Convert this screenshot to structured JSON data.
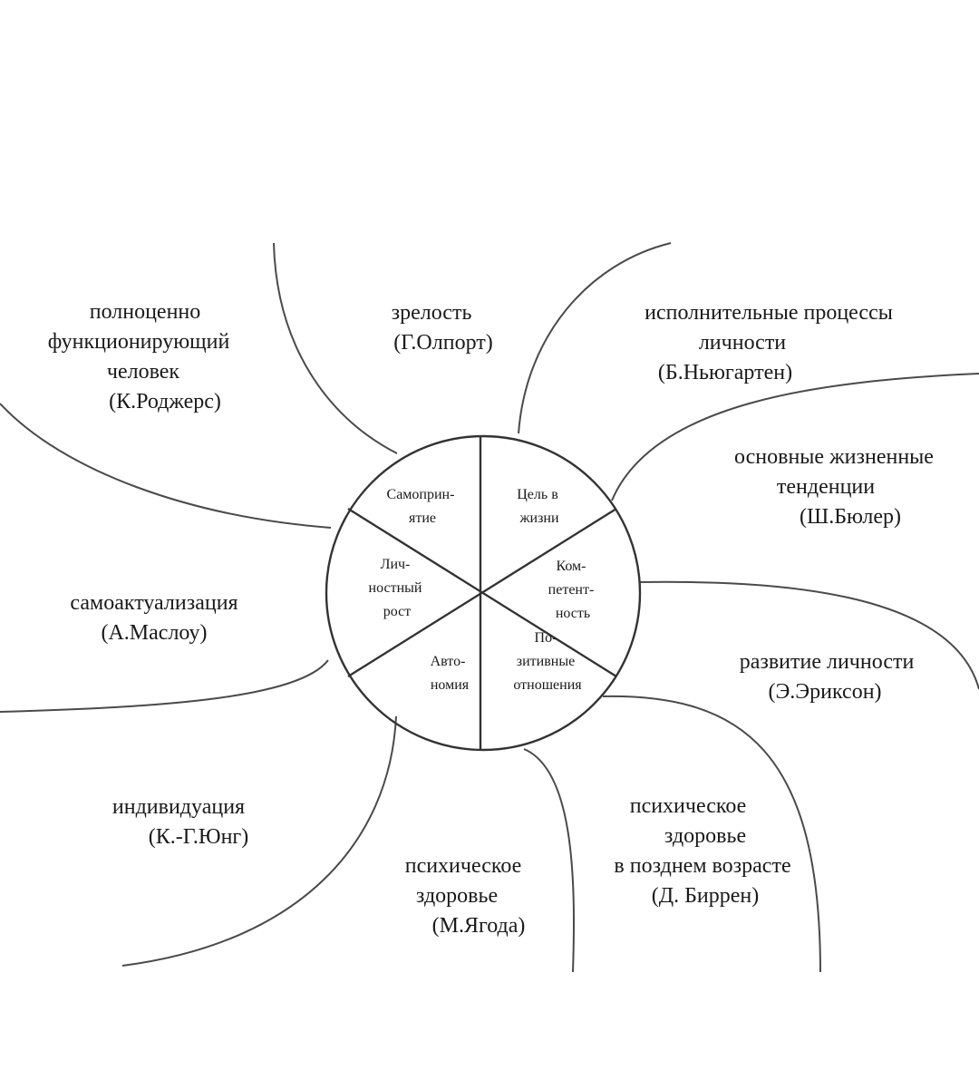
{
  "center_sectors": [
    {
      "id": "samoprinyatie",
      "lines": [
        "Самоприн-",
        "ятие"
      ]
    },
    {
      "id": "cel",
      "lines": [
        "Цель в",
        "жизни"
      ]
    },
    {
      "id": "kompetentnost",
      "lines": [
        "Ком-",
        "петент-",
        "ность"
      ]
    },
    {
      "id": "pozitivnye",
      "lines": [
        "По-",
        "зитивные",
        "отношения"
      ]
    },
    {
      "id": "avtonomiya",
      "lines": [
        "Авто-",
        "номия"
      ]
    },
    {
      "id": "lichnostnyi",
      "lines": [
        "Лич-",
        "ностный",
        "рост"
      ]
    }
  ],
  "outer_concepts": [
    {
      "id": "rogers",
      "lines": [
        "полноценно",
        "функционирующий",
        "человек",
        "(К.Роджерс)"
      ]
    },
    {
      "id": "allport",
      "lines": [
        "зрелость",
        "(Г.Олпорт)"
      ]
    },
    {
      "id": "neugarten",
      "lines": [
        "исполнительные процессы",
        "личности",
        "(Б.Ньюгартен)"
      ]
    },
    {
      "id": "buhler",
      "lines": [
        "основные жизненные",
        "тенденции",
        "(Ш.Бюлер)"
      ]
    },
    {
      "id": "maslow",
      "lines": [
        "самоактуализация",
        "(А.Маслоу)"
      ]
    },
    {
      "id": "erikson",
      "lines": [
        "развитие личности",
        "(Э.Эриксон)"
      ]
    },
    {
      "id": "jung",
      "lines": [
        "индивидуация",
        "(К.-Г.Юнг)"
      ]
    },
    {
      "id": "jahoda",
      "lines": [
        "психическое",
        "здоровье",
        "(М.Ягода)"
      ]
    },
    {
      "id": "birren",
      "lines": [
        "психическое",
        "здоровье",
        "в позднем возрасте",
        "(Д. Биррен)"
      ]
    }
  ]
}
